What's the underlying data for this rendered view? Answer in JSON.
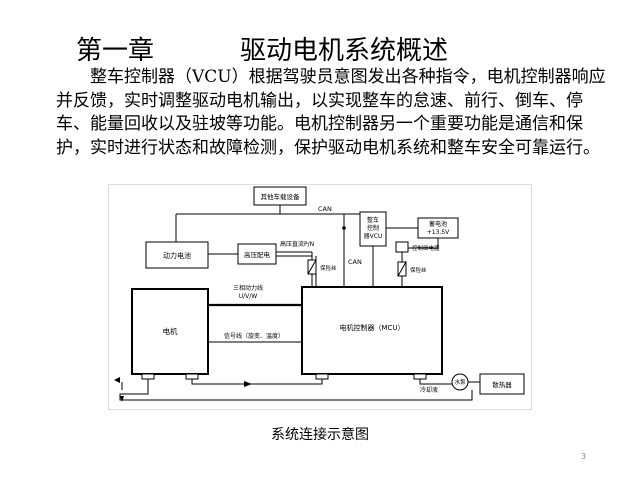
{
  "title": {
    "chapter": "第一章",
    "text": "驱动电机系统概述"
  },
  "paragraph": "整车控制器（VCU）根据驾驶员意图发出各种指令，电机控制器响应并反馈，实时调整驱动电机输出，以实现整车的怠速、前行、倒车、停车、能量回收以及驻坡等功能。电机控制器另一个重要功能是通信和保护，实时进行状态和故障检测，保护驱动电机系统和整车安全可靠运行。",
  "diagram": {
    "other_devices": "其他车载设备",
    "can_top": "CAN",
    "vcu": "整车控制器VCU",
    "battery12": "蓄电池+13.5V",
    "power_battery": "动力电池",
    "hv_distribution": "高压配电",
    "hv_dc": "高压直流P/N",
    "can_mid": "CAN",
    "control_relay": "控制继电器",
    "fuse1": "保险丝",
    "fuse2": "保险丝",
    "three_phase": "三相动力线",
    "uvw": "U/V/W",
    "motor": "电机",
    "signal_line": "信号线（旋变、温度）",
    "mcu": "电机控制器（MCU）",
    "pump": "水泵",
    "coolant": "冷却液",
    "radiator": "散热器"
  },
  "caption": "系统连接示意图",
  "page_number": "3"
}
